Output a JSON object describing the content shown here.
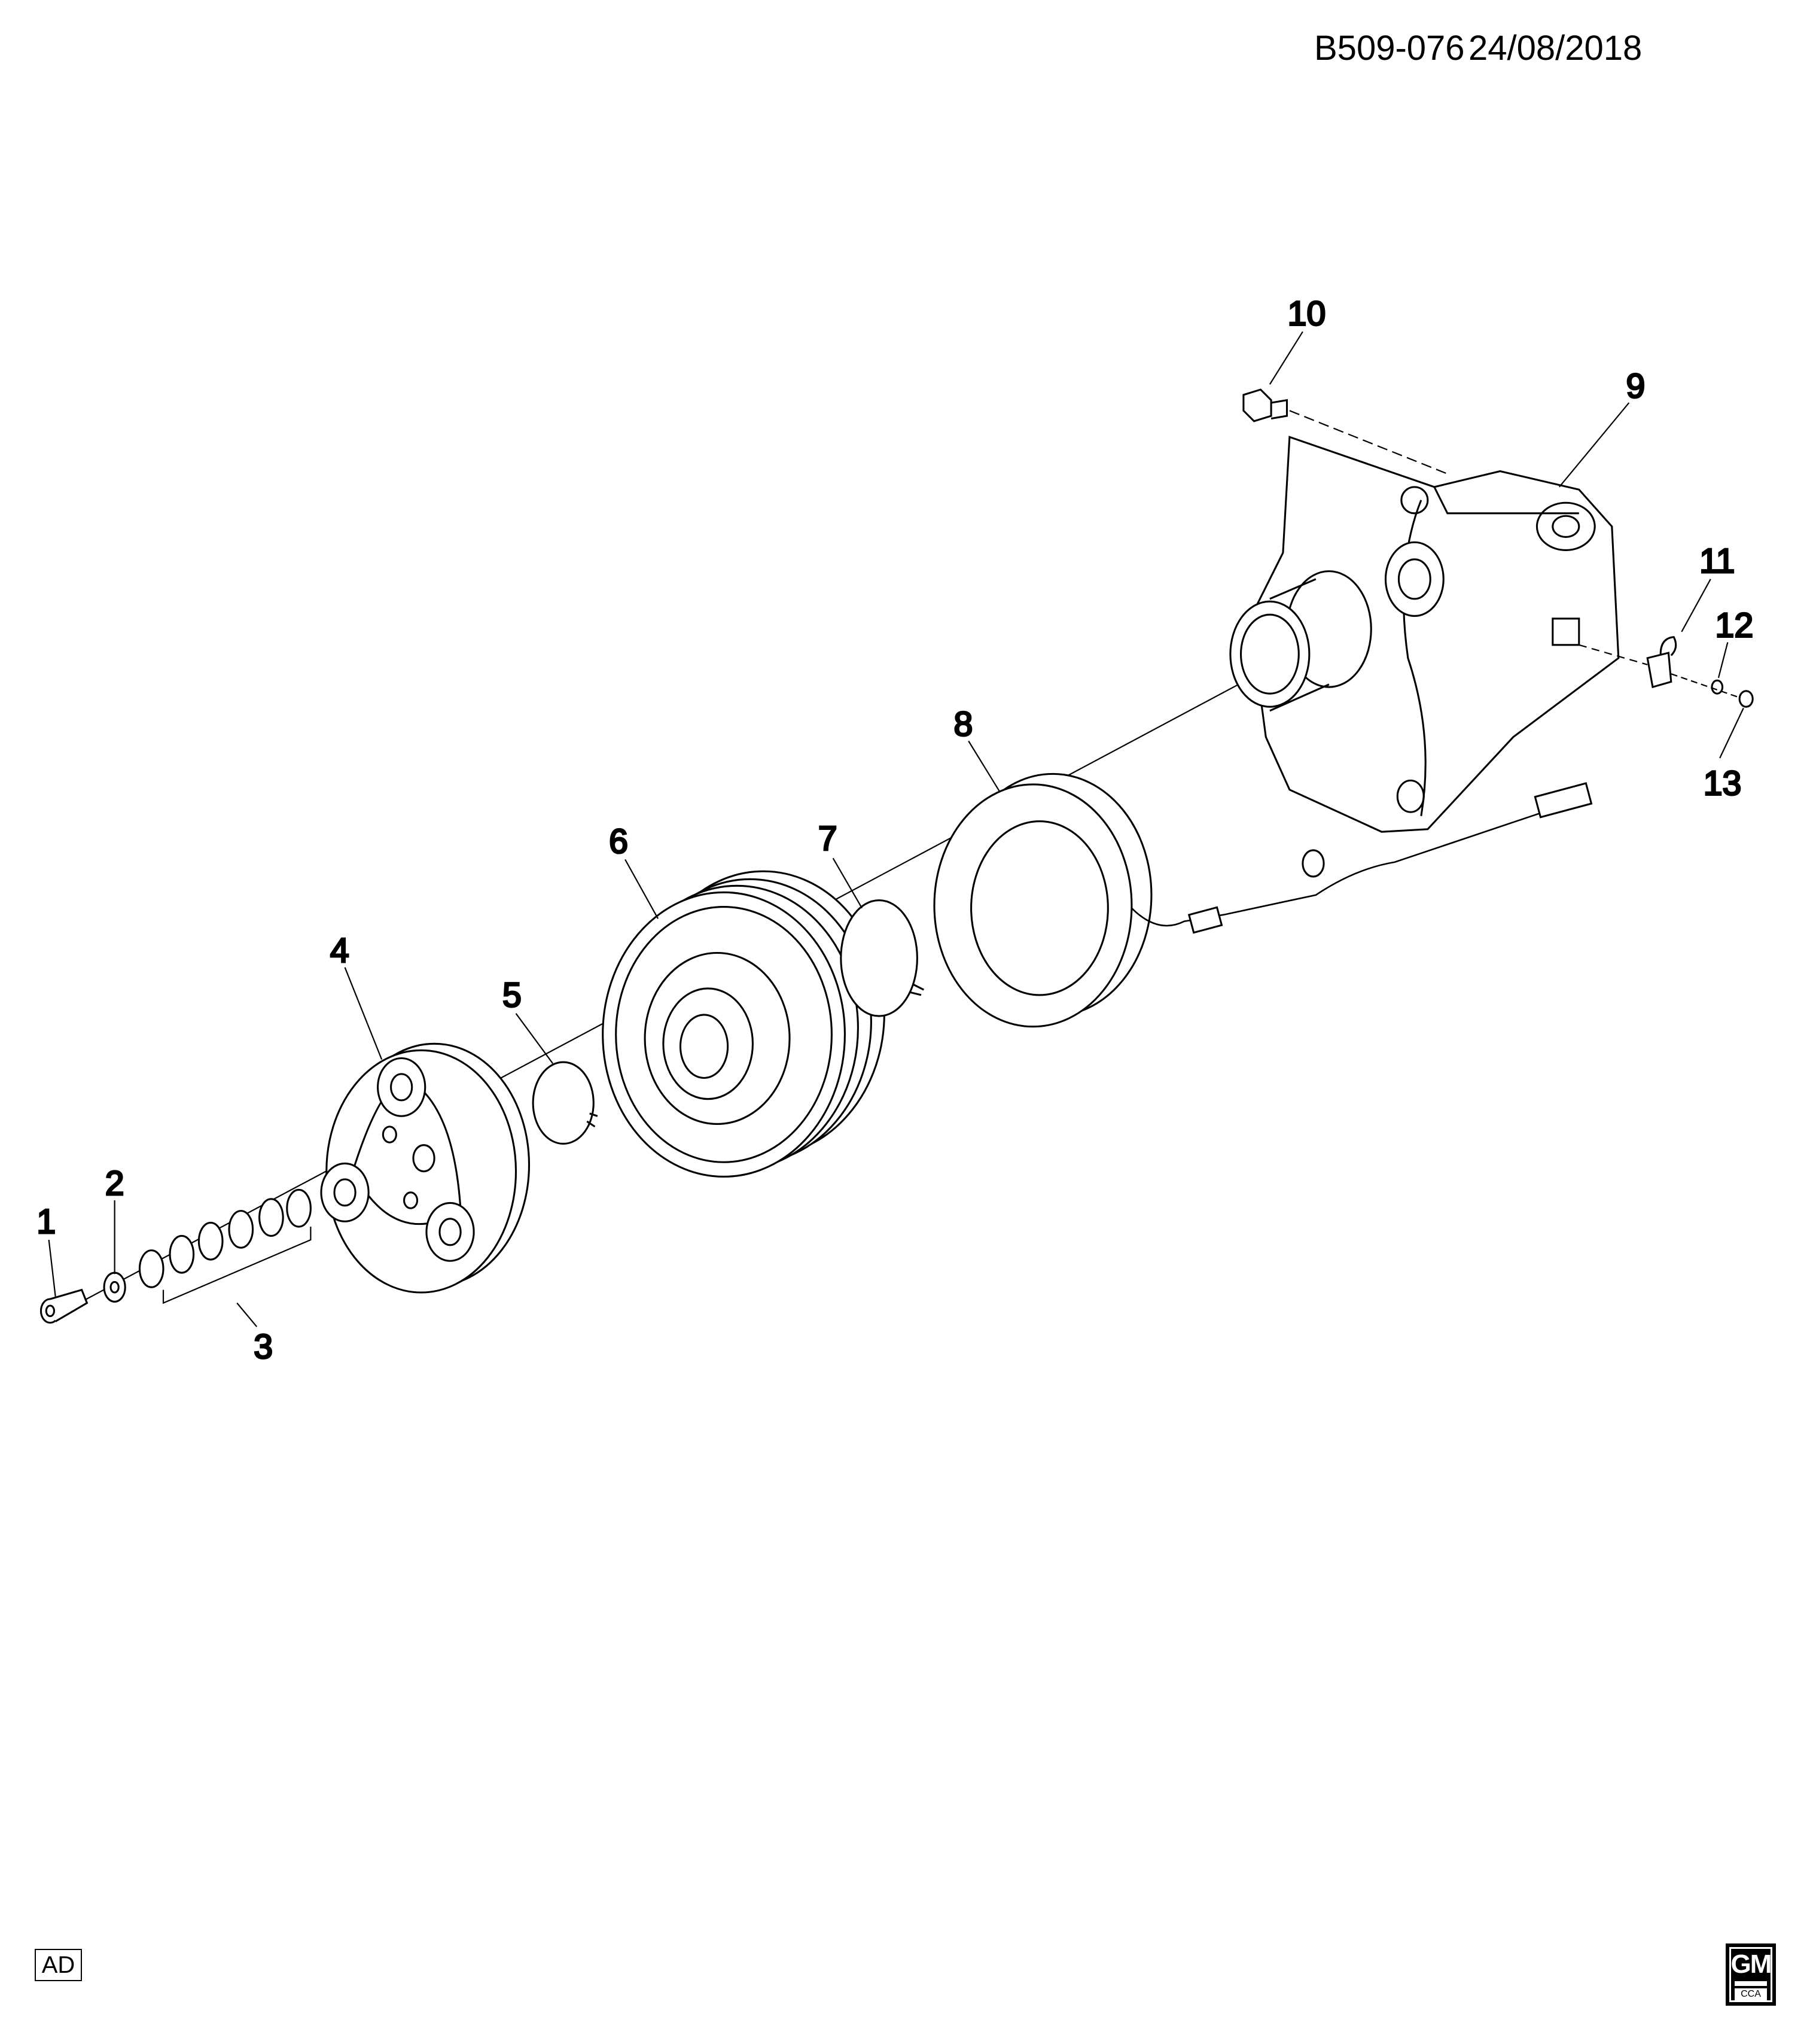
{
  "header": {
    "diagram_code": "B509-076",
    "date": "24/08/2018"
  },
  "callouts": {
    "c1": "1",
    "c2": "2",
    "c3": "3",
    "c4": "4",
    "c5": "5",
    "c6": "6",
    "c7": "7",
    "c8": "8",
    "c9": "9",
    "c10": "10",
    "c11": "11",
    "c12": "12",
    "c13": "13"
  },
  "footer": {
    "region_code": "AD",
    "logo_text": "GM",
    "logo_sub": "CCA"
  }
}
